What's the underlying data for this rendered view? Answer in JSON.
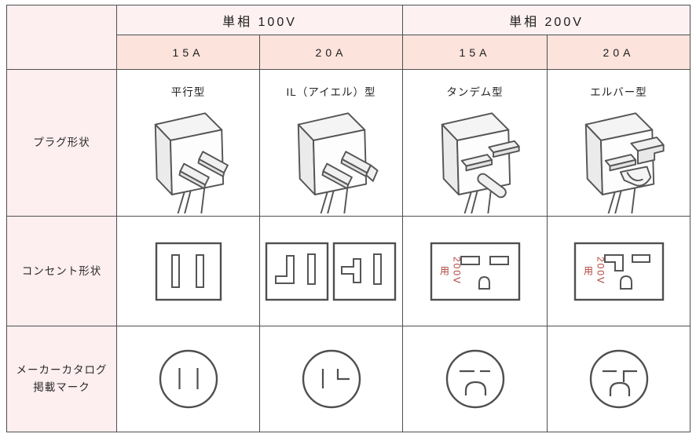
{
  "table": {
    "header": {
      "corner": "",
      "voltage_groups": [
        {
          "label": "単相 100V",
          "amps": [
            "15A",
            "20A"
          ]
        },
        {
          "label": "単相 200V",
          "amps": [
            "15A",
            "20A"
          ]
        }
      ]
    },
    "row_labels": {
      "plug": "プラグ形状",
      "outlet": "コンセント形状",
      "mark": "メーカーカタログ\n掲載マーク"
    },
    "plug_types": [
      {
        "label": "平行型",
        "icon": "plug-parallel-3d"
      },
      {
        "label": "IL（アイエル）型",
        "icon": "plug-il-3d"
      },
      {
        "label": "タンデム型",
        "icon": "plug-tandem-3d"
      },
      {
        "label": "エルバー型",
        "icon": "plug-elbar-3d"
      }
    ],
    "outlets": [
      {
        "icon": "outlet-parallel"
      },
      {
        "icon": "outlet-il-double"
      },
      {
        "icon": "outlet-tandem-200v",
        "note": "200V用"
      },
      {
        "icon": "outlet-elbar-200v",
        "note": "200V用"
      }
    ],
    "marks": [
      {
        "icon": "mark-parallel"
      },
      {
        "icon": "mark-il"
      },
      {
        "icon": "mark-tandem"
      },
      {
        "icon": "mark-elbar"
      }
    ],
    "colors": {
      "header_bg": "#fdf1f2",
      "amp_row_bg": "#fce3dc",
      "label_col_bg": "#fdeef0",
      "border": "#4f4f4f",
      "line": "#555555",
      "accent_red": "#b0413a"
    }
  }
}
